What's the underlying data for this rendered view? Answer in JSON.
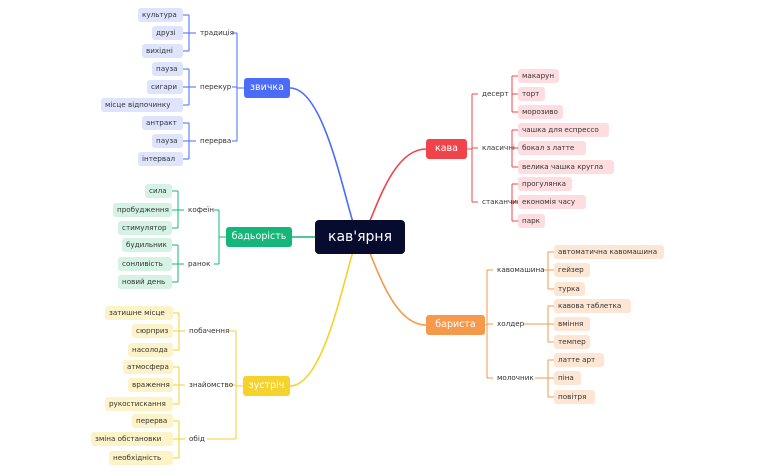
{
  "center": "кав'ярня",
  "branches": {
    "zvychka": {
      "label": "звичка",
      "color": "#4a6cf7",
      "light": "#dfe4fd",
      "subs": [
        {
          "label": "традиція",
          "children": [
            "культура",
            "друзі",
            "вихідні"
          ]
        },
        {
          "label": "перекур",
          "children": [
            "пауза",
            "сигари",
            "місце відпочинку"
          ]
        },
        {
          "label": "перерва",
          "children": [
            "антракт",
            "пауза",
            "інтервал"
          ]
        }
      ]
    },
    "badorist": {
      "label": "бадьорість",
      "color": "#14b67a",
      "light": "#d5f2e5",
      "subs": [
        {
          "label": "кофеїн",
          "children": [
            "сила",
            "пробудження",
            "стимулятор"
          ]
        },
        {
          "label": "ранок",
          "children": [
            "будильник",
            "сонливість",
            "новий день"
          ]
        }
      ]
    },
    "zustrich": {
      "label": "зустріч",
      "color": "#f6d22c",
      "light": "#fdf3c8",
      "subs": [
        {
          "label": "побачення",
          "children": [
            "затишне місце",
            "сюрприз",
            "насолода"
          ]
        },
        {
          "label": "знайомство",
          "children": [
            "атмосфера",
            "враження",
            "рукостискання"
          ]
        },
        {
          "label": "обід",
          "children": [
            "перерва",
            "зміна обстановки",
            "необхідність"
          ]
        }
      ]
    },
    "kava": {
      "label": "кава",
      "color": "#f0444a",
      "light": "#fddde0",
      "subs": [
        {
          "label": "десерт",
          "children": [
            "макарун",
            "торт",
            "морозиво"
          ]
        },
        {
          "label": "класичні напої",
          "children": [
            "чашка для еспрессо",
            "бокал з латте",
            "велика чашка кругла"
          ]
        },
        {
          "label": "стаканчик з собою",
          "children": [
            "прогулянка",
            "економія часу",
            "парк"
          ]
        }
      ]
    },
    "barysta": {
      "label": "бариста",
      "color": "#f59a4c",
      "light": "#fde6d4",
      "subs": [
        {
          "label": "кавомашина",
          "children": [
            "автоматична кавомашина",
            "гейзер",
            "турка"
          ]
        },
        {
          "label": "холдер",
          "children": [
            "кавова таблетка",
            "вміння",
            "темпер"
          ]
        },
        {
          "label": "молочник",
          "children": [
            "латте арт",
            "піна",
            "повітря"
          ]
        }
      ]
    }
  }
}
